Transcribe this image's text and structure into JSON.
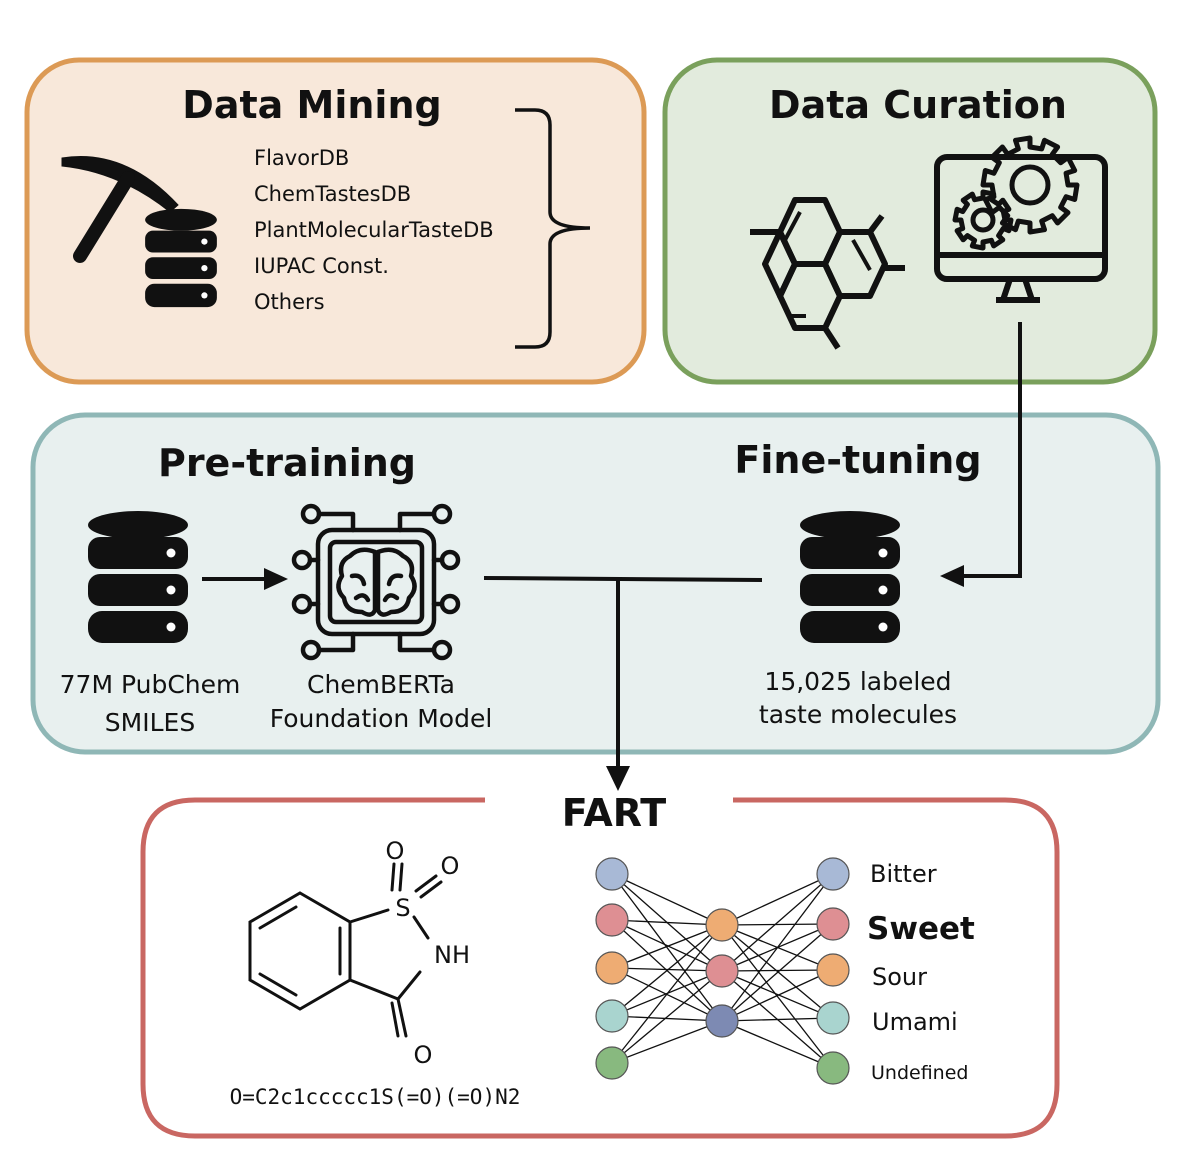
{
  "colors": {
    "mining_fill": "#f8e8da",
    "mining_stroke": "#dc9a55",
    "curation_fill": "#e2ebdd",
    "curation_stroke": "#7aa05c",
    "training_fill": "#e8f0ef",
    "training_stroke": "#8fb7b6",
    "fart_stroke": "#c96762",
    "node_blue": "#a8b9d6",
    "node_red": "#de8f93",
    "node_orange": "#eeac73",
    "node_teal": "#a9d4cf",
    "node_green": "#88b97f",
    "node_navy": "#7d8ab3",
    "sulfur": "#c8c820",
    "oxygen": "#e0281e",
    "nitrogen": "#2b2bd8"
  },
  "mining": {
    "title": "Data Mining",
    "sources": [
      "FlavorDB",
      "ChemTastesDB",
      "PlantMolecularTasteDB",
      "IUPAC Const.",
      "Others"
    ],
    "icons": [
      "pickaxe-icon",
      "database-icon",
      "brace-icon"
    ]
  },
  "curation": {
    "title": "Data Curation",
    "icons": [
      "molecule-icon",
      "monitor-gears-icon"
    ]
  },
  "pretraining": {
    "title": "Pre-training",
    "db_caption_1": "77M PubChem",
    "db_caption_2": "SMILES",
    "model_caption_1": "ChemBERTa",
    "model_caption_2": "Foundation Model",
    "icons": [
      "database-icon",
      "brain-chip-icon"
    ]
  },
  "finetuning": {
    "title": "Fine-tuning",
    "db_caption_1": "15,025 labeled",
    "db_caption_2": "taste molecules"
  },
  "fart": {
    "title": "FART",
    "smiles": "O=C2c1ccccc1S(=O)(=O)N2",
    "atoms": {
      "o_top_left": "O",
      "o_top_right": "O",
      "sulfur": "S",
      "nh": "NH",
      "o_bottom": "O"
    },
    "outputs": [
      "Bitter",
      "Sweet",
      "Sour",
      "Umami",
      "Undefined"
    ],
    "highlighted_output": "Sweet"
  }
}
